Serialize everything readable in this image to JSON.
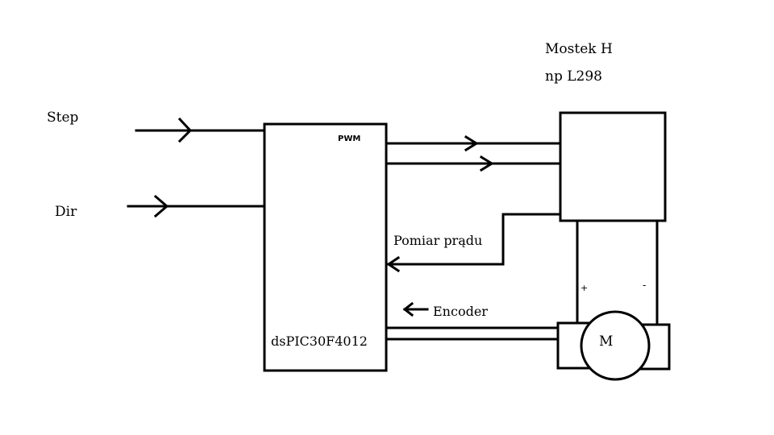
{
  "labels": {
    "step": "Step",
    "dir": "Dir",
    "bridge_title": "Mostek H",
    "bridge_subtitle": "np L298",
    "pwm": "PWM",
    "current_measure": "Pomiar prądu",
    "encoder": "Encoder",
    "mcu": "dsPIC30F4012",
    "plus": "+",
    "minus": "-",
    "motor": "M"
  }
}
